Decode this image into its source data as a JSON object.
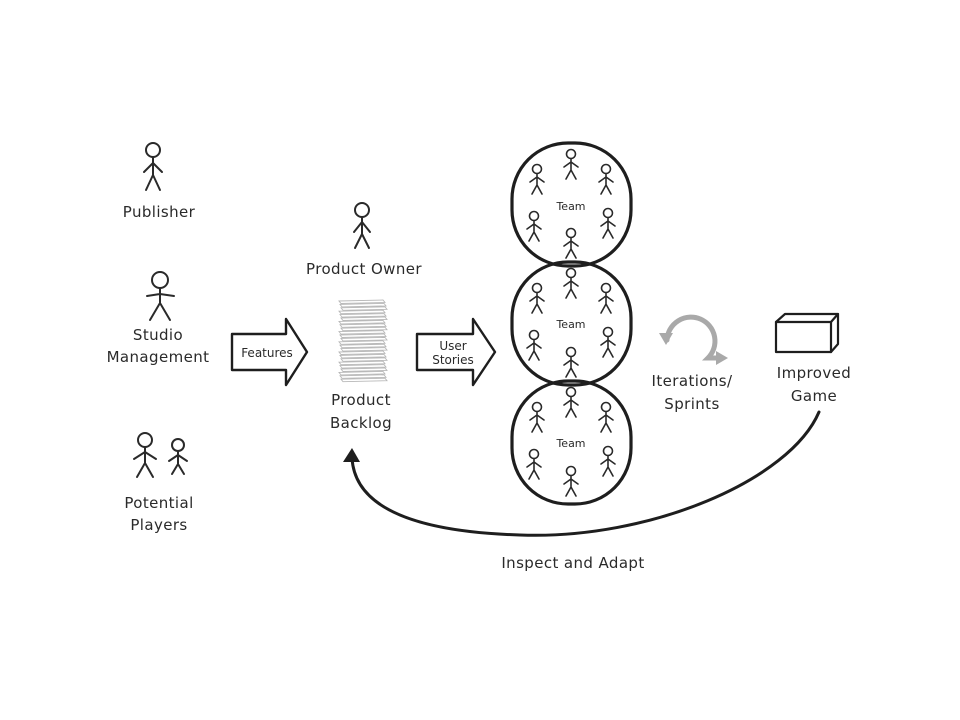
{
  "actors": {
    "publisher": "Publisher",
    "studio_management": [
      "Studio",
      "Management"
    ],
    "potential_players": [
      "Potential",
      "Players"
    ],
    "product_owner": "Product Owner"
  },
  "arrows": {
    "features": "Features",
    "user_stories": [
      "User",
      "Stories"
    ]
  },
  "backlog": [
    "Product",
    "Backlog"
  ],
  "teams": [
    "Team",
    "Team",
    "Team"
  ],
  "iterations": [
    "Iterations/",
    "Sprints"
  ],
  "output": [
    "Improved",
    "Game"
  ],
  "feedback": "Inspect and Adapt"
}
